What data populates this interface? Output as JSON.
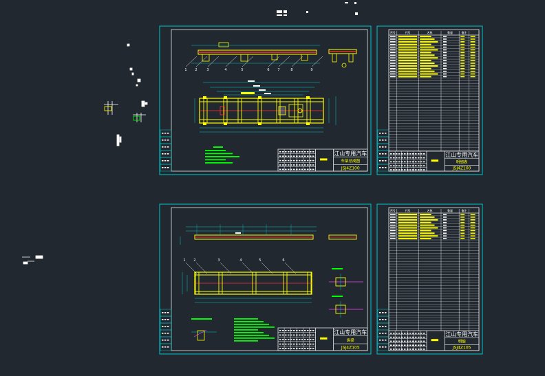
{
  "colors": {
    "background": "#212830",
    "frame": "#00c8c8",
    "inner_frame": "#e8e8e8",
    "part": "#ffff00",
    "accent": "#ff3030",
    "dim": "#00c8c8",
    "note": "#00ff00",
    "text": "#ffffff",
    "magenta": "#ff40ff"
  },
  "sheets": [
    {
      "company": "江山专用汽车",
      "drawing_no": "JSJ4Z100",
      "part_title": "车架总成图"
    },
    {
      "company": "江山专用汽车",
      "drawing_no": "JSJ4Z100",
      "part_title": "明细表"
    },
    {
      "company": "江山专用汽车",
      "drawing_no": "JSJ4Z105",
      "part_title": "纵梁"
    },
    {
      "company": "江山专用汽车",
      "drawing_no": "JSJ4Z105",
      "part_title": "明细"
    }
  ],
  "bom_headers": [
    "序号",
    "代号",
    "名称",
    "数量",
    "备注"
  ],
  "callouts_top": [
    "1",
    "2",
    "3",
    "4",
    "5",
    "6",
    "7",
    "8",
    "9"
  ],
  "callouts_bottom": [
    "1",
    "2",
    "3",
    "4",
    "5",
    "6"
  ]
}
